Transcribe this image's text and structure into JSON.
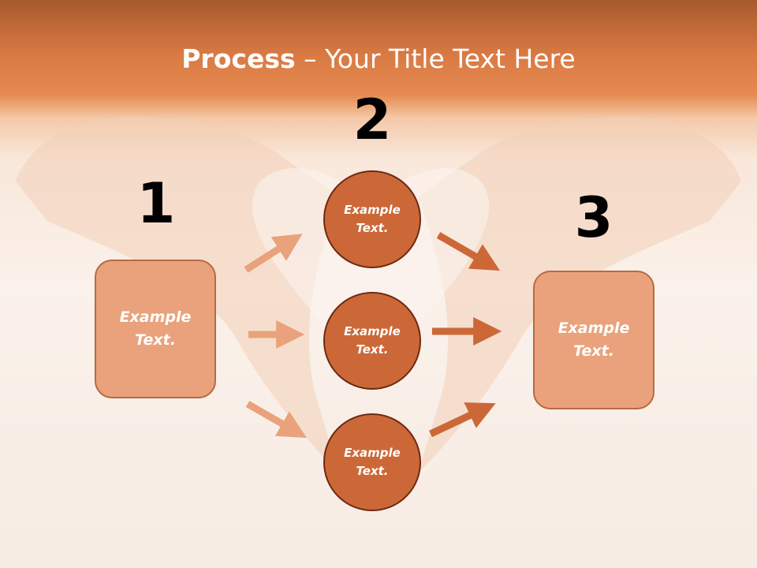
{
  "title": {
    "bold": "Process",
    "rest": " – Your Title Text Here"
  },
  "steps": [
    {
      "number": "1"
    },
    {
      "number": "2"
    },
    {
      "number": "3"
    }
  ],
  "left_box": {
    "text": "Example Text."
  },
  "circles": [
    {
      "text": "Example Text."
    },
    {
      "text": "Example Text."
    },
    {
      "text": "Example Text."
    }
  ],
  "right_box": {
    "text": "Example Text."
  },
  "colors": {
    "header": "#d97a43",
    "box_fill": "#e9a27b",
    "circle_fill": "#cc6838",
    "light_arrow": "#e9a27b",
    "dark_arrow": "#cc6838"
  }
}
